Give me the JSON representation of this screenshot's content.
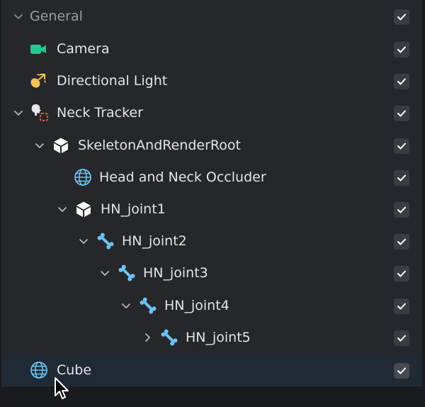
{
  "section": {
    "label": "General",
    "checked": true
  },
  "rows": [
    {
      "label": "Camera",
      "icon": "camera-icon",
      "checked": true
    },
    {
      "label": "Directional Light",
      "icon": "directional-light-icon",
      "checked": true
    },
    {
      "label": "Neck Tracker",
      "icon": "neck-tracker-icon",
      "checked": true,
      "expanded": true
    },
    {
      "label": "SkeletonAndRenderRoot",
      "icon": "cube-group-icon",
      "checked": true,
      "expanded": true
    },
    {
      "label": "Head and Neck Occluder",
      "icon": "globe-mesh-icon",
      "checked": true
    },
    {
      "label": "HN_joint1",
      "icon": "cube-group-icon",
      "checked": true,
      "expanded": true
    },
    {
      "label": "HN_joint2",
      "icon": "bone-icon",
      "checked": true,
      "expanded": true
    },
    {
      "label": "HN_joint3",
      "icon": "bone-icon",
      "checked": true,
      "expanded": true
    },
    {
      "label": "HN_joint4",
      "icon": "bone-icon",
      "checked": true,
      "expanded": true
    },
    {
      "label": "HN_joint5",
      "icon": "bone-icon",
      "checked": true,
      "expanded": false
    },
    {
      "label": "Cube",
      "icon": "globe-mesh-icon",
      "checked": true,
      "selected": true
    }
  ],
  "colors": {
    "camera": "#1fc98f",
    "light": "#f3c45a",
    "bone": "#6cc3f2",
    "mesh": "#6cc3f2",
    "tracker_dash": "#e4584c"
  }
}
